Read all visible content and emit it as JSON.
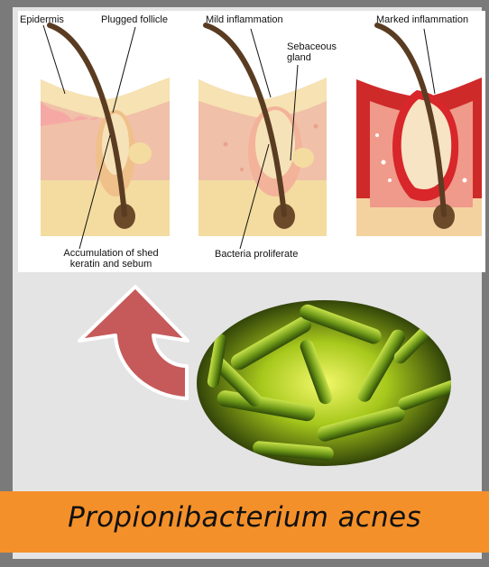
{
  "labels": {
    "epidermis": "Epidermis",
    "plugged_follicle": "Plugged follicle",
    "mild_inflammation": "Mild inflammation",
    "sebaceous_gland": "Sebaceous gland",
    "marked_inflammation": "Marked inflammation",
    "accumulation_line1": "Accumulation of shed",
    "accumulation_line2": "keratin and sebum",
    "bacteria_proliferate": "Bacteria proliferate"
  },
  "banner": {
    "title": "Propionibacterium acnes"
  },
  "colors": {
    "frame": "#7a7a7a",
    "panel": "#e4e4e4",
    "banner": "#f4902a",
    "arrow": "#c65a5a",
    "bacteria": "#6f9a18"
  }
}
